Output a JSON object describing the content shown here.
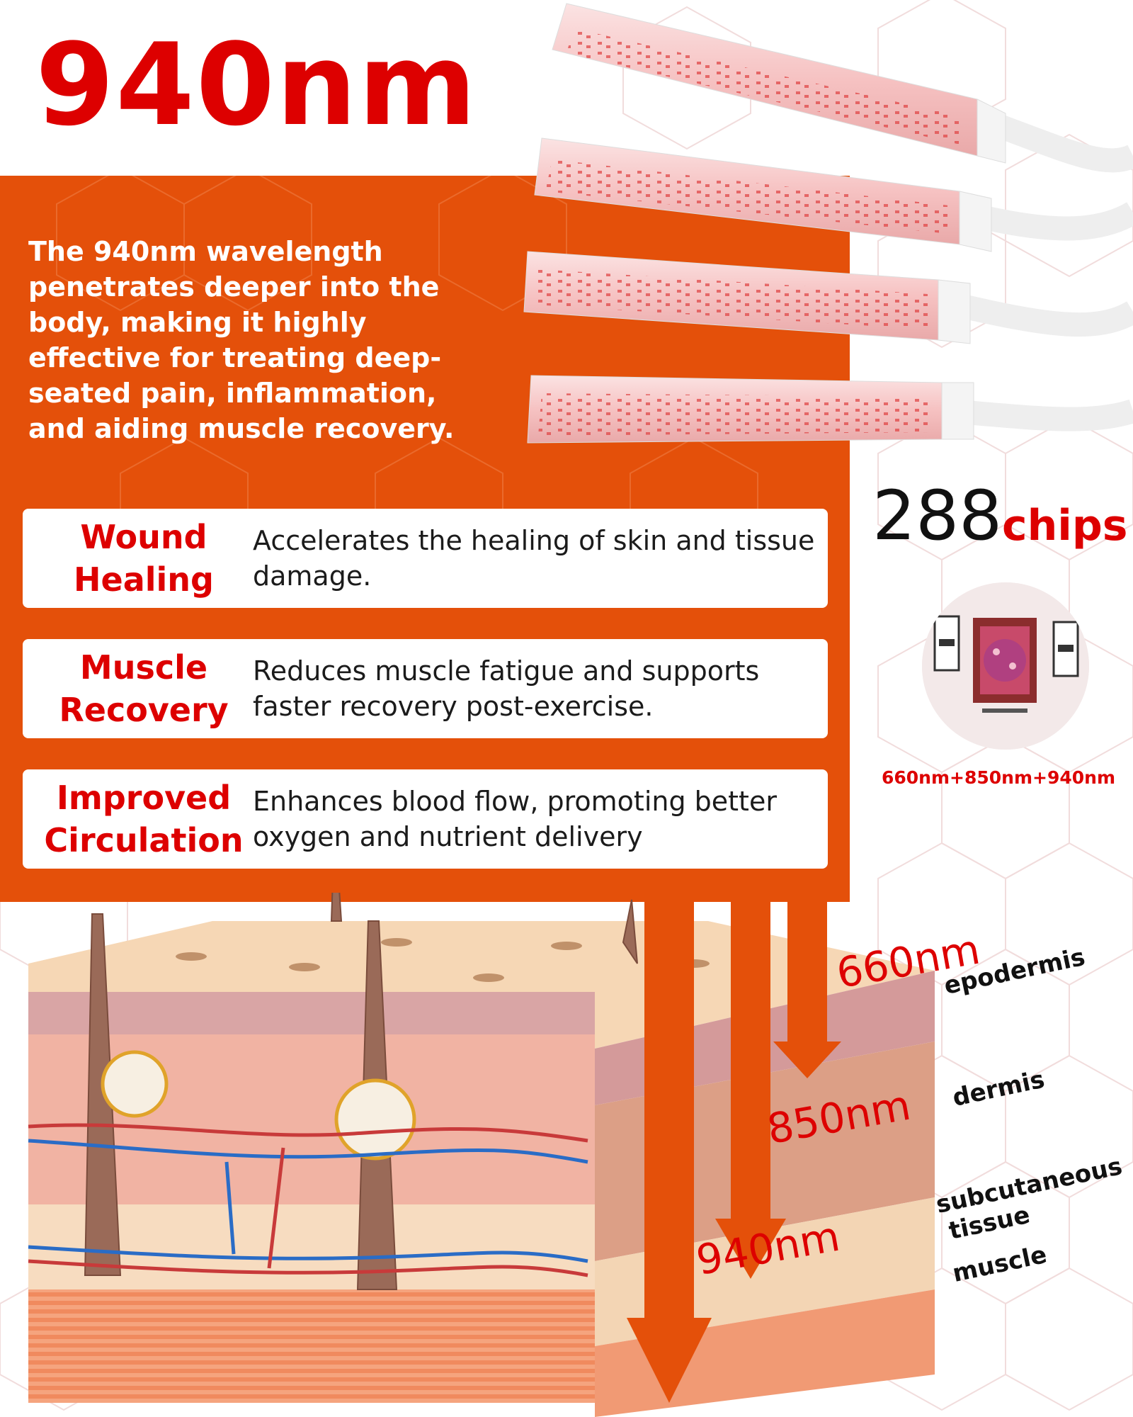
{
  "title": "940nm",
  "intro_text": "The 940nm wavelength penetrates deeper into the body, making it highly effective for treating deep-seated pain, inflammation, and aiding muscle recovery.",
  "benefits": [
    {
      "title_line1": "Wound",
      "title_line2": "Healing",
      "description": "Accelerates the healing of skin and tissue damage."
    },
    {
      "title_line1": "Muscle",
      "title_line2": "Recovery",
      "description": "Reduces muscle fatigue and supports faster recovery post-exercise."
    },
    {
      "title_line1": "Improved",
      "title_line2": "Circulation",
      "description": "Enhances blood flow, promoting better oxygen and nutrient delivery"
    }
  ],
  "chips": {
    "count": "288",
    "label": "chips"
  },
  "wavelength_combo": "660nm+850nm+940nm",
  "wavelength_labels": {
    "w660": "660nm",
    "w850": "850nm",
    "w940": "940nm"
  },
  "layer_labels": {
    "epidermis": "epodermis",
    "dermis": "dermis",
    "subcutaneous_line1": "subcutaneous",
    "subcutaneous_line2": "tissue",
    "muscle": "muscle"
  },
  "colors": {
    "accent_orange": "#e4500a",
    "title_red": "#dd0000",
    "led_pink": "#f6c2c2"
  }
}
